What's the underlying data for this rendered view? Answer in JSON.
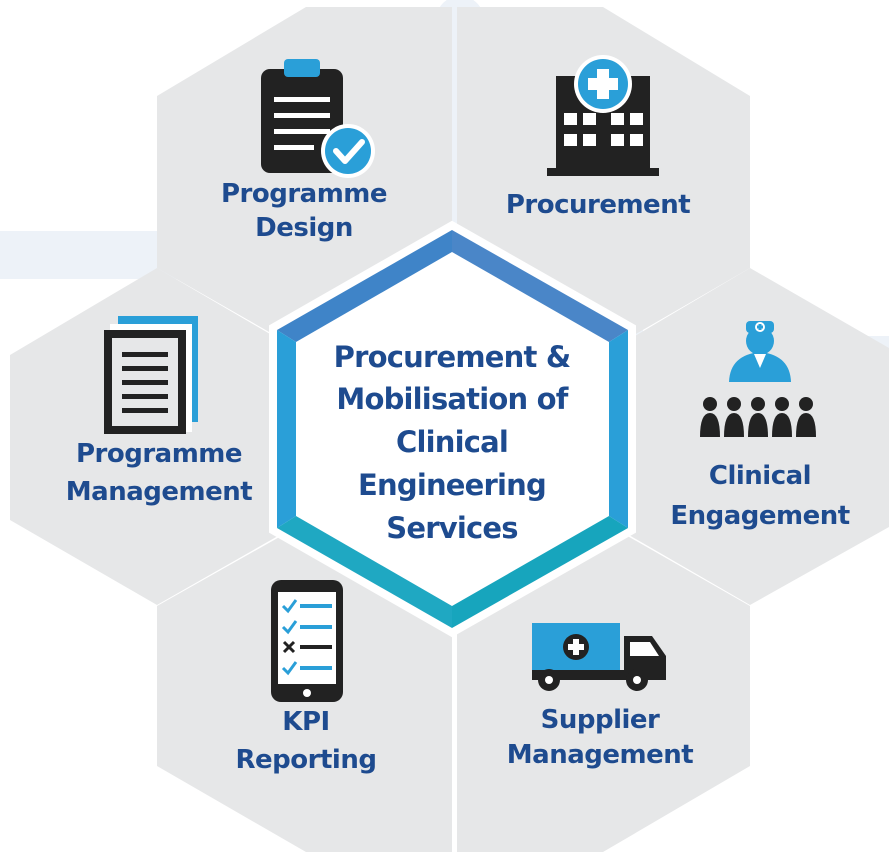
{
  "center": {
    "lines": [
      "Procurement &",
      "Mobilisation of",
      "Clinical",
      "Engineering",
      "Services"
    ]
  },
  "segments": [
    {
      "id": "programme-design",
      "lines": [
        "Programme",
        "Design"
      ],
      "icon": "clipboard-check-icon"
    },
    {
      "id": "procurement",
      "lines": [
        "Procurement"
      ],
      "icon": "hospital-building-icon"
    },
    {
      "id": "clinical-engagement",
      "lines": [
        "Clinical",
        "Engagement"
      ],
      "icon": "doctor-group-icon"
    },
    {
      "id": "supplier-management",
      "lines": [
        "Supplier",
        "Management"
      ],
      "icon": "delivery-truck-icon"
    },
    {
      "id": "kpi-reporting",
      "lines": [
        "KPI",
        "Reporting"
      ],
      "icon": "phone-checklist-icon"
    },
    {
      "id": "programme-management",
      "lines": [
        "Programme",
        "Management"
      ],
      "icon": "document-stack-icon"
    }
  ],
  "colors": {
    "text": "#1e4b8f",
    "hex_fill": "#e6e7e8",
    "accent": "#2a9fd8",
    "icon_dark": "#222222"
  }
}
